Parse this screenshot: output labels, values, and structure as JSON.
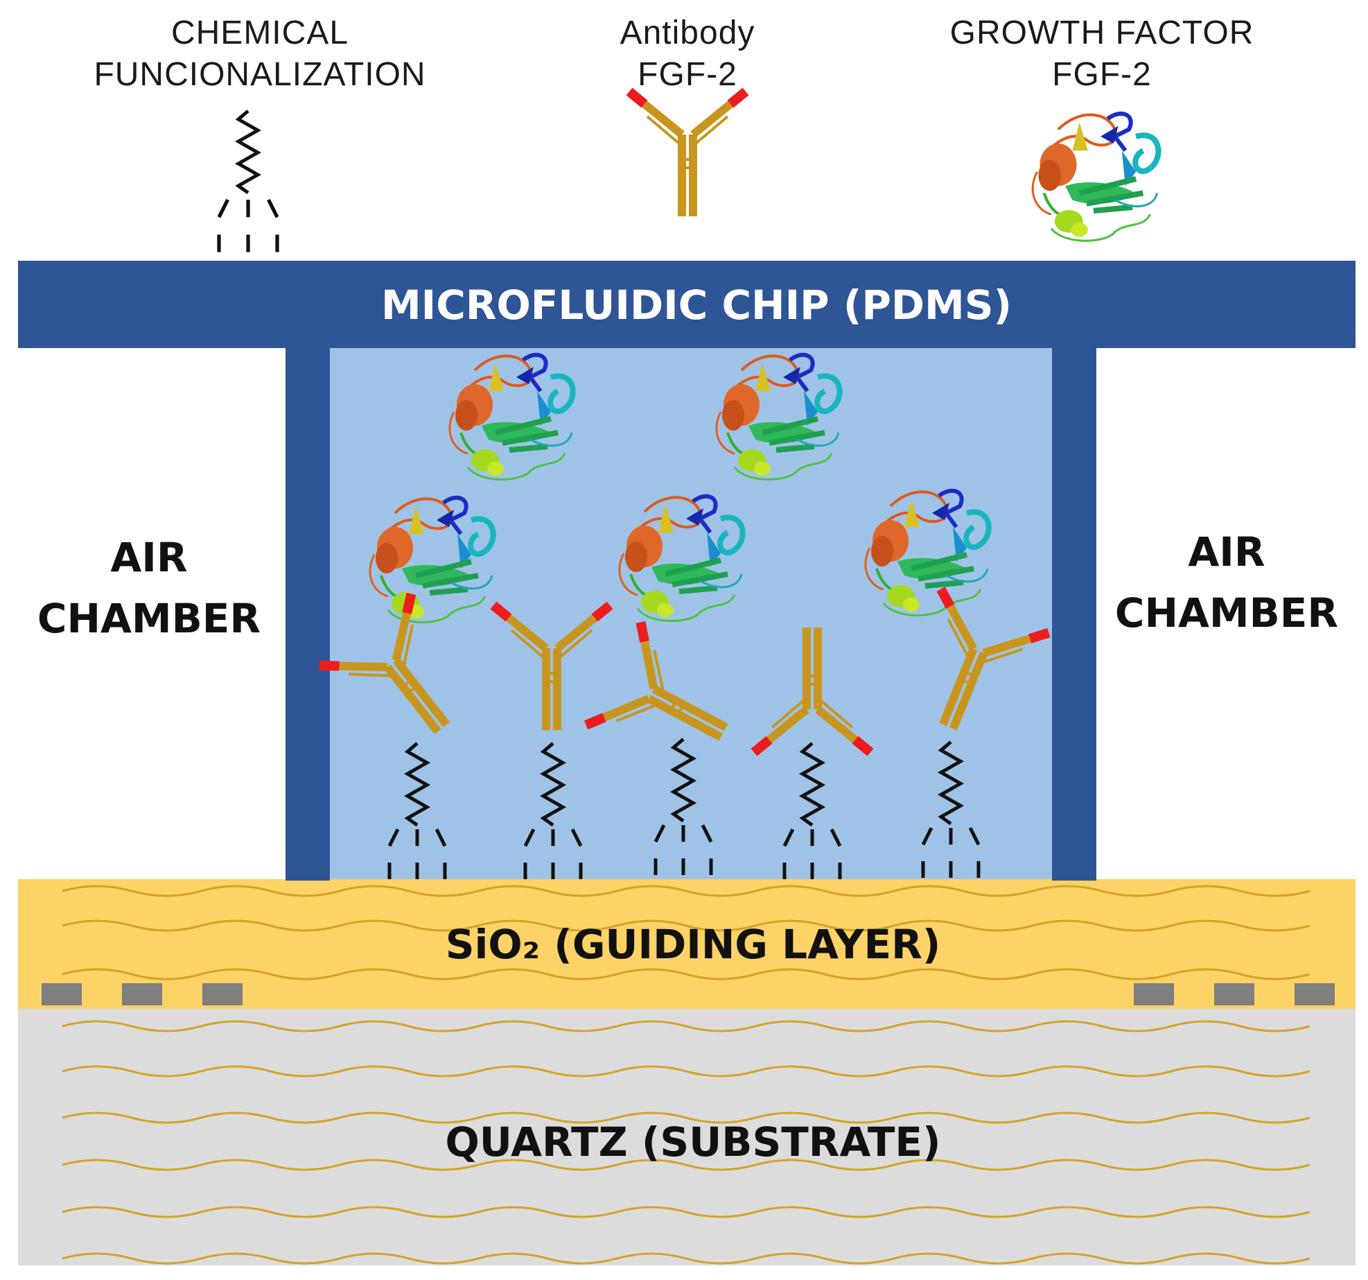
{
  "legend": {
    "chemical": {
      "line1": "CHEMICAL",
      "line2": "FUNCIONALIZATION"
    },
    "antibody": {
      "line1": "Antibody",
      "line2": "FGF-2"
    },
    "growth_factor": {
      "line1": "GROWTH FACTOR",
      "line2": "FGF-2"
    }
  },
  "chip_label": "MICROFLUIDIC CHIP (PDMS)",
  "air_chamber": {
    "line1": "AIR",
    "line2": "CHAMBER"
  },
  "sio2_label": "SiO₂ (GUIDING LAYER)",
  "quartz_label": "QUARTZ (SUBSTRATE)",
  "colors": {
    "chip": "#2e5596",
    "channel": "#9fc3e7",
    "sio2": "#fdd266",
    "quartz": "#dcdcdc",
    "antibody": "#c8961e",
    "antigen_site": "#ee1c1c",
    "wave": "#d4a42a",
    "electrode": "#7f7f7f"
  },
  "icons": [
    "linker-icon",
    "antibody-icon",
    "protein-icon"
  ]
}
